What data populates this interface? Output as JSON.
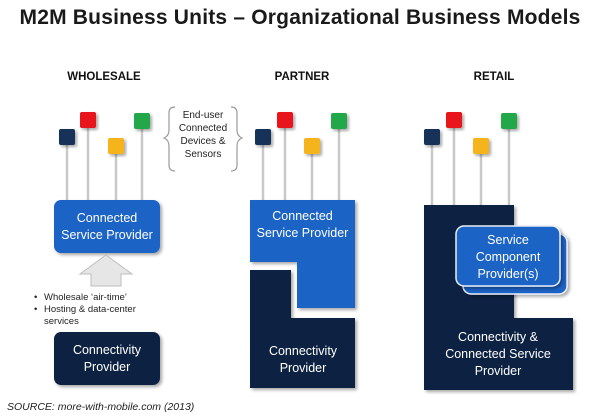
{
  "title": "M2M Business Units – Organizational Business Models",
  "columns": [
    {
      "heading": "WHOLESALE"
    },
    {
      "heading": "PARTNER"
    },
    {
      "heading": "RETAIL"
    }
  ],
  "device_note": "End-user Connected Devices & Sensors",
  "wholesale": {
    "connected_provider": "Connected Service Provider",
    "bullets": [
      "Wholesale ‘air-time’",
      "Hosting & data-center services"
    ],
    "connectivity_provider": "Connectivity Provider"
  },
  "partner": {
    "connected_provider": "Connected Service Provider",
    "connectivity_provider": "Connectivity Provider"
  },
  "retail": {
    "component_provider": "Service Component Provider(s)",
    "connectivity_and_connected": "Connectivity & Connected Service Provider"
  },
  "source": "SOURCE: more-with-mobile.com (2013)",
  "colors": {
    "navy": "#0f2442",
    "blue": "#1b63c6",
    "red": "#e8141a",
    "yellow": "#f5b41c",
    "green": "#21a84a",
    "sq_navy": "#123058"
  }
}
